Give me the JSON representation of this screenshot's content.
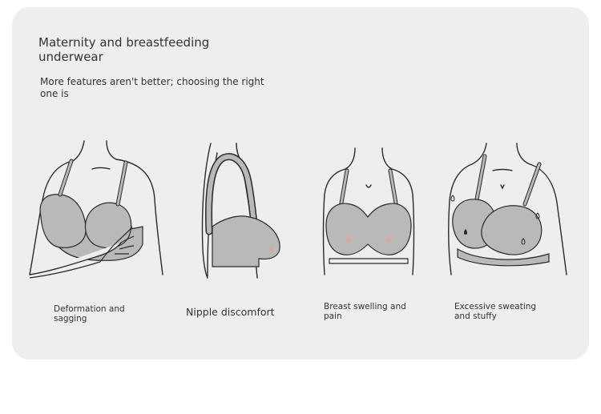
{
  "header": {
    "title": "Maternity and breastfeeding underwear",
    "subtitle": "More features aren't better; choosing the right one is"
  },
  "problems": [
    {
      "label": "Deformation and sagging"
    },
    {
      "label": "Nipple discomfort"
    },
    {
      "label": "Breast swelling and pain"
    },
    {
      "label": "Excessive sweating and stuffy"
    }
  ],
  "colors": {
    "card": "#eeeeee",
    "bra": "#b9b9b9",
    "outline": "#2a2a2a",
    "nipple": "#d9a7a4"
  }
}
